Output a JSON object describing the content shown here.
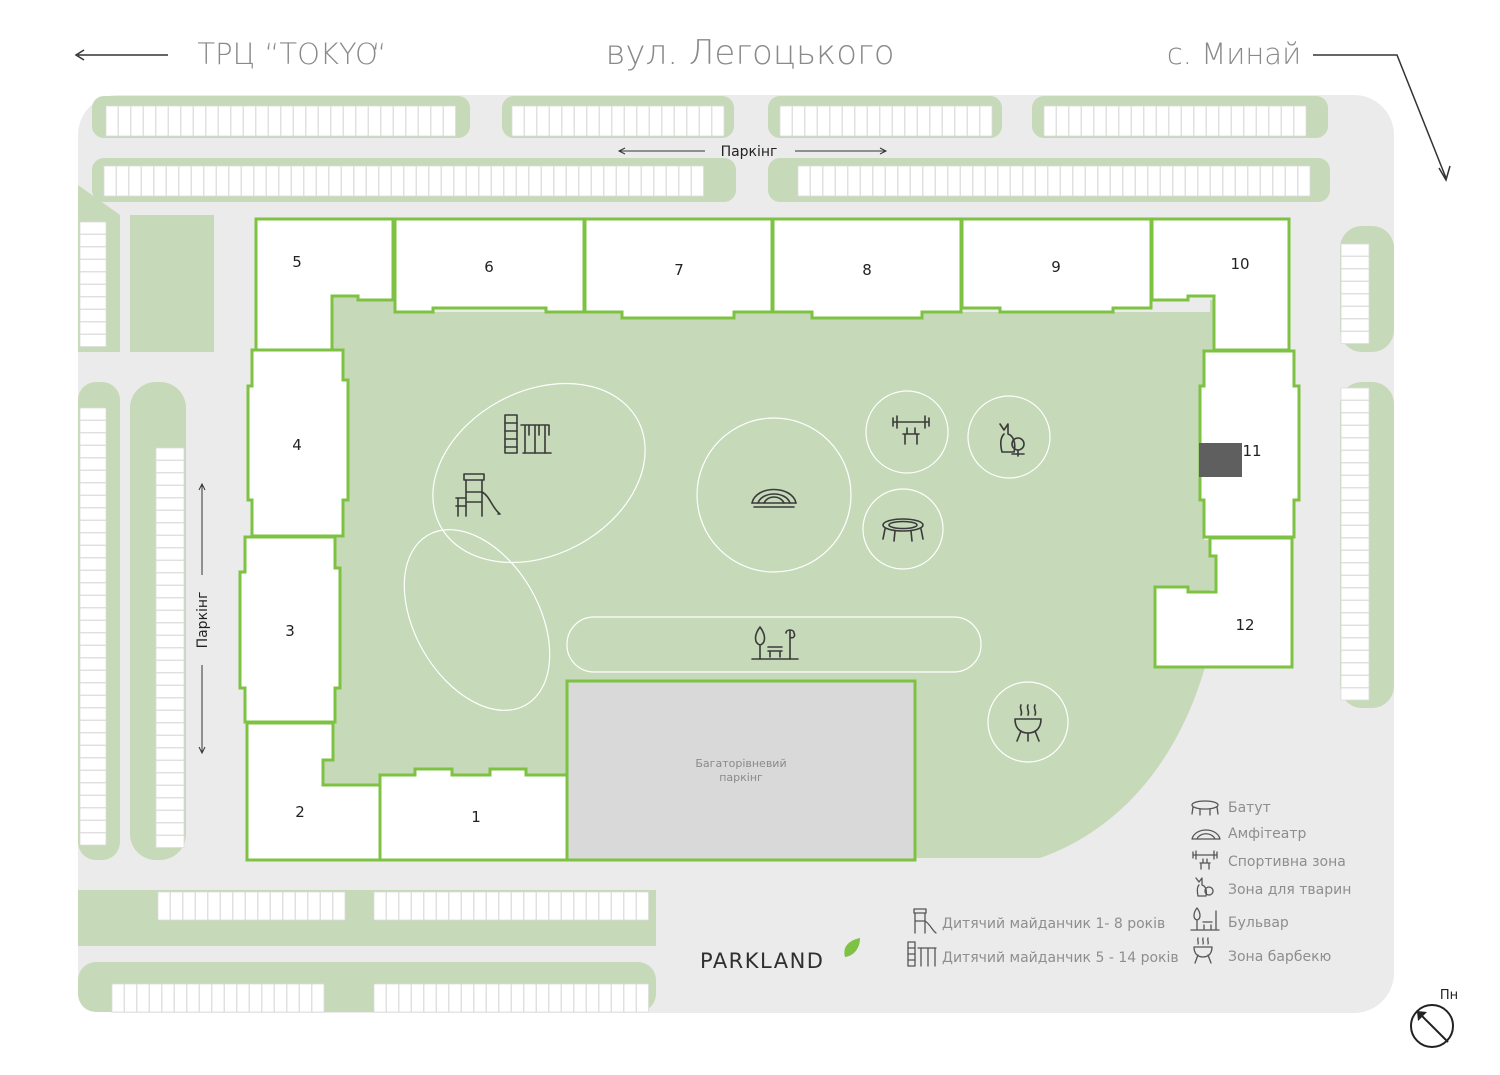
{
  "streets": {
    "top_left": "ТРЦ “TOKYO“",
    "top_center": "вул. Легоцького",
    "top_right": "с. Минай"
  },
  "parking": {
    "top_label": "Паркінг",
    "left_label": "Паркінг",
    "multilevel": "Багаторівневий паркінг",
    "multilevel_line1": "Багаторівневий",
    "multilevel_line2": "паркінг"
  },
  "buildings": [
    "1",
    "2",
    "3",
    "4",
    "5",
    "6",
    "7",
    "8",
    "9",
    "10",
    "11",
    "12"
  ],
  "legend": {
    "trampoline": "Батут",
    "amphitheatre": "Амфітеатр",
    "sport": "Спортивна зона",
    "pets": "Зона для тварин",
    "boulevard": "Бульвар",
    "bbq": "Зона барбекю",
    "kids_1_8": "Дитячий майданчик 1- 8 років",
    "kids_5_14": "Дитячий майданчик 5 - 14 років"
  },
  "logo": "PARKLAND",
  "compass": "Пн",
  "colors": {
    "green_zone": "#c6d9b8",
    "road": "#ebebeb",
    "building_outline": "#7dc242",
    "parking_block": "#d9d9d9",
    "text_gray": "#8a8a8a"
  }
}
